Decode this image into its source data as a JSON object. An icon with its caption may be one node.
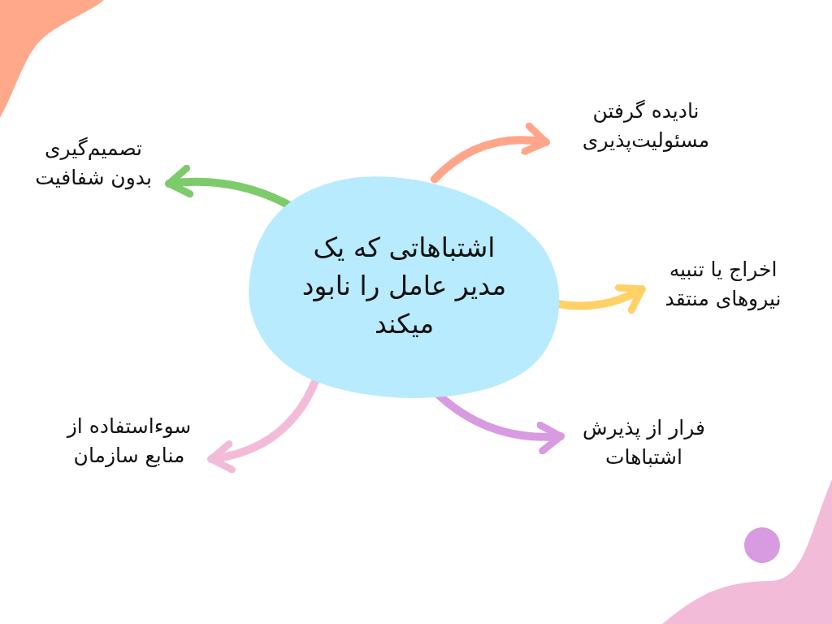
{
  "diagram": {
    "nodes": [
      {
        "text": [
          "اشتباهاتی که یک مدیر عامل را نابود میکند"
        ]
      },
      {
        "text": [
          "تصمیم‌گیری بدون شفافیت"
        ]
      },
      {
        "text": [
          "نادیده گرفتن مسئولیت‌پذیری"
        ]
      },
      {
        "text": [
          "اخراج یا تنبیه نیروهای منتقد"
        ]
      },
      {
        "text": [
          "سوءاستفاده از منابع سازمان"
        ]
      },
      {
        "text": [
          "فرار از پذیرش اشتباهات"
        ]
      }
    ],
    "edges": [
      {
        "from": 0,
        "to": 1,
        "arrow": "to",
        "color": "#7ecb6b"
      },
      {
        "from": 0,
        "to": 2,
        "arrow": "to",
        "color": "#ffa68a"
      },
      {
        "from": 0,
        "to": 3,
        "arrow": "to",
        "color": "#ffd166"
      },
      {
        "from": 0,
        "to": 4,
        "arrow": "to",
        "color": "#f2bcd8"
      },
      {
        "from": 0,
        "to": 5,
        "arrow": "to",
        "color": "#d89ae0"
      }
    ]
  }
}
